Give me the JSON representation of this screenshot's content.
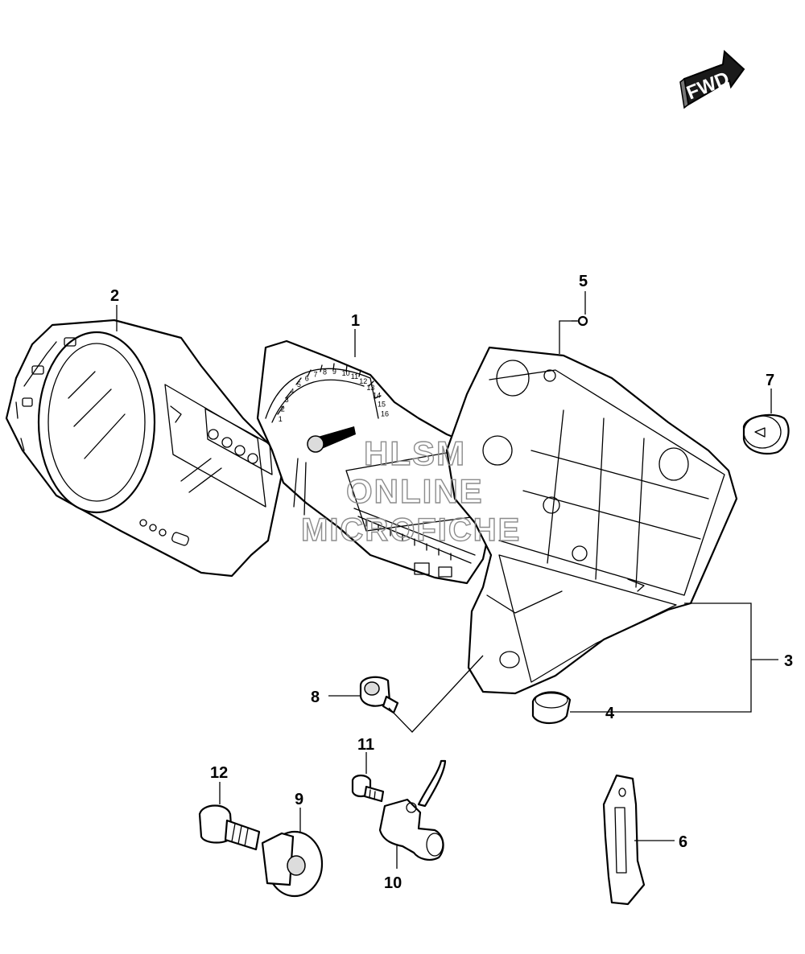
{
  "direction_badge": {
    "text": "FWD"
  },
  "watermark": {
    "line1": "HLSM",
    "line2": "ONLINE",
    "line3": "MICROFICHE"
  },
  "callouts": [
    {
      "id": "1",
      "label": "1",
      "part": "meter-circuit-board"
    },
    {
      "id": "2",
      "label": "2",
      "part": "meter-front-cover"
    },
    {
      "id": "3",
      "label": "3",
      "part": "meter-case-lower"
    },
    {
      "id": "4",
      "label": "4",
      "part": "cushion-grommet"
    },
    {
      "id": "5",
      "label": "5",
      "part": "screw"
    },
    {
      "id": "6",
      "label": "6",
      "part": "clamp-band"
    },
    {
      "id": "7",
      "label": "7",
      "part": "cap-plug"
    },
    {
      "id": "8",
      "label": "8",
      "part": "bolt"
    },
    {
      "id": "9",
      "label": "9",
      "part": "washer"
    },
    {
      "id": "10",
      "label": "10",
      "part": "speed-sensor"
    },
    {
      "id": "11",
      "label": "11",
      "part": "sensor-bolt"
    },
    {
      "id": "12",
      "label": "12",
      "part": "bolt-with-collar"
    }
  ],
  "tach_ticks": [
    "1",
    "2",
    "3",
    "4",
    "5",
    "6",
    "7",
    "8",
    "9",
    "10",
    "11",
    "12",
    "13",
    "14",
    "15",
    "16"
  ]
}
